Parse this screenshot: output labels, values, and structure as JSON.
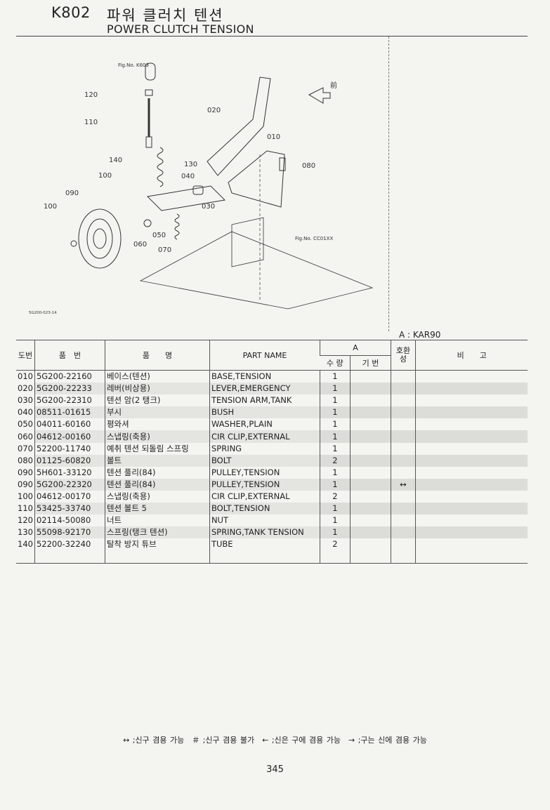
{
  "header": {
    "code": "K802",
    "title_ko": "파워 클러치 텐션",
    "title_en": "POWER CLUTCH TENSION"
  },
  "diagram": {
    "fig_ref_top": "Fig.No. K603",
    "fig_ref_bottom": "Fig.No. CC01XX",
    "front_label": "前",
    "drawing_no": "5G200-023-14",
    "callouts": [
      "120",
      "110",
      "020",
      "010",
      "080",
      "140",
      "130",
      "100",
      "040",
      "090",
      "030",
      "100",
      "050",
      "060",
      "070"
    ]
  },
  "model_label": "A : KAR90",
  "table": {
    "headers": {
      "no": "도번",
      "part_no": "품　번",
      "name_ko": "품　　명",
      "part_name": "PART NAME",
      "group": "A",
      "qty": "수 량",
      "base": "기 번",
      "interchange": "호환성",
      "note": "비　　고"
    },
    "rows": [
      {
        "no": "010",
        "code": "5G200-22160",
        "ko": "베이스(텐션)",
        "en": "BASE,TENSION",
        "qty": "1",
        "int": ""
      },
      {
        "no": "020",
        "code": "5G200-22233",
        "ko": "레버(비상용)",
        "en": "LEVER,EMERGENCY",
        "qty": "1",
        "int": ""
      },
      {
        "no": "030",
        "code": "5G200-22310",
        "ko": "텐션 암(2 탱크)",
        "en": "TENSION ARM,TANK",
        "qty": "1",
        "int": ""
      },
      {
        "no": "040",
        "code": "08511-01615",
        "ko": "부시",
        "en": "BUSH",
        "qty": "1",
        "int": ""
      },
      {
        "no": "050",
        "code": "04011-60160",
        "ko": "평와셔",
        "en": "WASHER,PLAIN",
        "qty": "1",
        "int": ""
      },
      {
        "no": "060",
        "code": "04612-00160",
        "ko": "스냅링(축용)",
        "en": "CIR CLIP,EXTERNAL",
        "qty": "1",
        "int": ""
      },
      {
        "no": "070",
        "code": "52200-11740",
        "ko": "예취 텐션 되돌림 스프링",
        "en": "SPRING",
        "qty": "1",
        "int": ""
      },
      {
        "no": "080",
        "code": "01125-60820",
        "ko": "볼트",
        "en": "BOLT",
        "qty": "2",
        "int": ""
      },
      {
        "no": "090",
        "code": "5H601-33120",
        "ko": "텐션 풀리(84)",
        "en": "PULLEY,TENSION",
        "qty": "1",
        "int": ""
      },
      {
        "no": "090",
        "code": "5G200-22320",
        "ko": "텐션 풀리(84)",
        "en": "PULLEY,TENSION",
        "qty": "1",
        "int": "↔"
      },
      {
        "no": "100",
        "code": "04612-00170",
        "ko": "스냅링(축용)",
        "en": "CIR CLIP,EXTERNAL",
        "qty": "2",
        "int": ""
      },
      {
        "no": "110",
        "code": "53425-33740",
        "ko": "텐션 볼트 5",
        "en": "BOLT,TENSION",
        "qty": "1",
        "int": ""
      },
      {
        "no": "120",
        "code": "02114-50080",
        "ko": "너트",
        "en": "NUT",
        "qty": "1",
        "int": ""
      },
      {
        "no": "130",
        "code": "55098-92170",
        "ko": "스프링(탱크 텐션)",
        "en": "SPRING,TANK TENSION",
        "qty": "1",
        "int": ""
      },
      {
        "no": "140",
        "code": "52200-32240",
        "ko": "탈착 방지 튜브",
        "en": "TUBE",
        "qty": "2",
        "int": ""
      }
    ]
  },
  "legend": "↔ ;신구 겸용 가능　＃ ;신구 겸용 불가　← ;신은 구에 겸용 가능　→ ;구는 신에 겸용 가능",
  "page_number": "345"
}
